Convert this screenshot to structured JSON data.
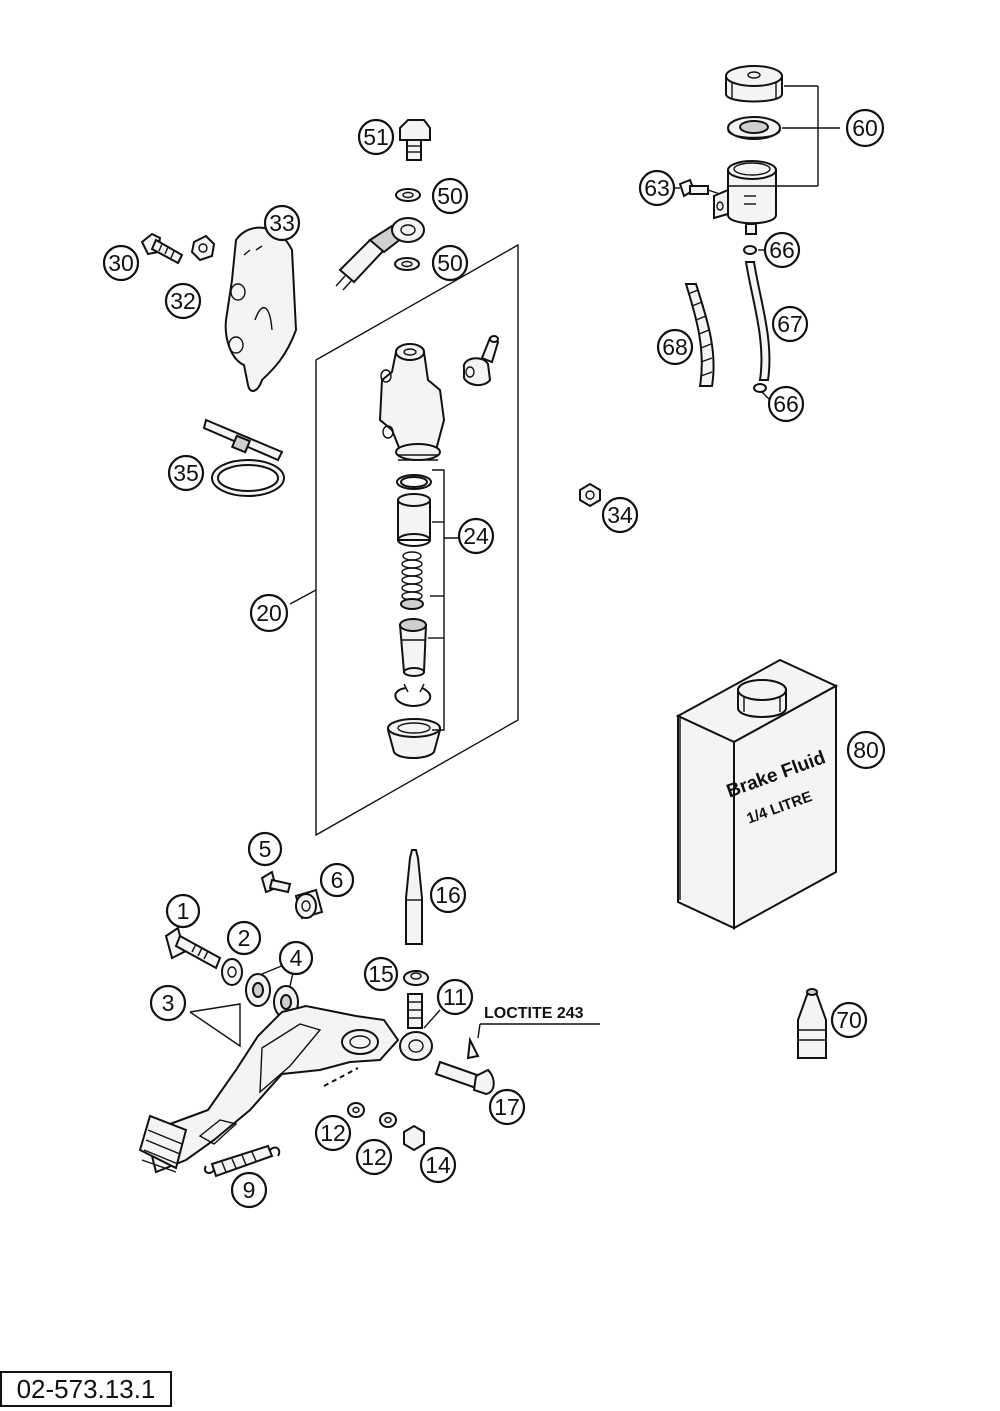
{
  "diagram": {
    "callouts": [
      {
        "id": "c51",
        "label": "51"
      },
      {
        "id": "c50a",
        "label": "50"
      },
      {
        "id": "c50b",
        "label": "50"
      },
      {
        "id": "c33",
        "label": "33"
      },
      {
        "id": "c30",
        "label": "30"
      },
      {
        "id": "c32",
        "label": "32"
      },
      {
        "id": "c35",
        "label": "35"
      },
      {
        "id": "c60",
        "label": "60"
      },
      {
        "id": "c63",
        "label": "63"
      },
      {
        "id": "c66a",
        "label": "66"
      },
      {
        "id": "c67",
        "label": "67"
      },
      {
        "id": "c68",
        "label": "68"
      },
      {
        "id": "c66b",
        "label": "66"
      },
      {
        "id": "c34",
        "label": "34"
      },
      {
        "id": "c24",
        "label": "24"
      },
      {
        "id": "c20",
        "label": "20"
      },
      {
        "id": "c80",
        "label": "80"
      },
      {
        "id": "c5",
        "label": "5"
      },
      {
        "id": "c6",
        "label": "6"
      },
      {
        "id": "c16",
        "label": "16"
      },
      {
        "id": "c1",
        "label": "1"
      },
      {
        "id": "c2",
        "label": "2"
      },
      {
        "id": "c4",
        "label": "4"
      },
      {
        "id": "c3",
        "label": "3"
      },
      {
        "id": "c15",
        "label": "15"
      },
      {
        "id": "c11",
        "label": "11"
      },
      {
        "id": "c70",
        "label": "70"
      },
      {
        "id": "c17",
        "label": "17"
      },
      {
        "id": "c12a",
        "label": "12"
      },
      {
        "id": "c12b",
        "label": "12"
      },
      {
        "id": "c14",
        "label": "14"
      },
      {
        "id": "c9",
        "label": "9"
      }
    ],
    "loctite_label": "LOCTITE 243",
    "can_label_line1": "Brake Fluid",
    "can_label_line2": "1/4 LITRE",
    "doc_number": "02-573.13.1"
  },
  "colors": {
    "ink": "#111111",
    "paper": "#ffffff",
    "part_fill": "#f4f4f4",
    "shade": "#cfcfcf"
  }
}
